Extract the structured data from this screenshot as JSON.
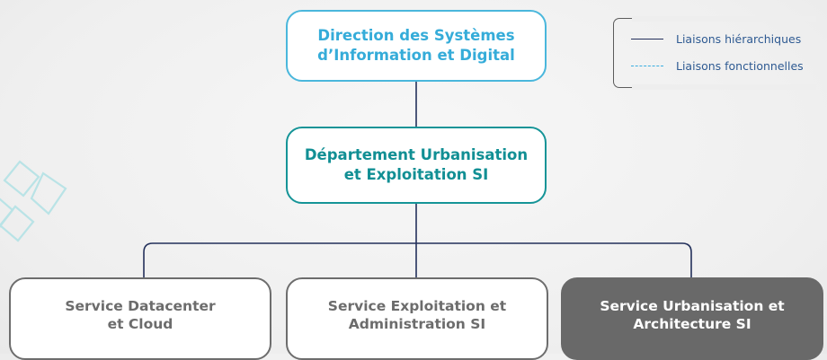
{
  "org_chart": {
    "top_node": {
      "lines": [
        "Direction des Systèmes",
        "d’Information et Digital"
      ]
    },
    "mid_node": {
      "lines": [
        "Département Urbanisation",
        "et Exploitation SI"
      ]
    },
    "services": [
      {
        "lines": [
          "Service Datacenter",
          "et Cloud"
        ],
        "highlighted": false
      },
      {
        "lines": [
          "Service Exploitation et",
          "Administration SI"
        ],
        "highlighted": false
      },
      {
        "lines": [
          "Service Urbanisation et",
          "Architecture SI"
        ],
        "highlighted": true
      }
    ]
  },
  "legend": {
    "hierarchical_label": "Liaisons hiérarchiques",
    "functional_label": "Liaisons fonctionnelles"
  },
  "colors": {
    "top_node": "#35acd9",
    "mid_node": "#118f94",
    "service_node": "#6c6c6c",
    "highlighted_service_fill": "#696969",
    "connector": "#23305b",
    "legend_text": "#2e5a92",
    "functional_line": "#39aee0",
    "decoration": "#b9e3e6"
  }
}
